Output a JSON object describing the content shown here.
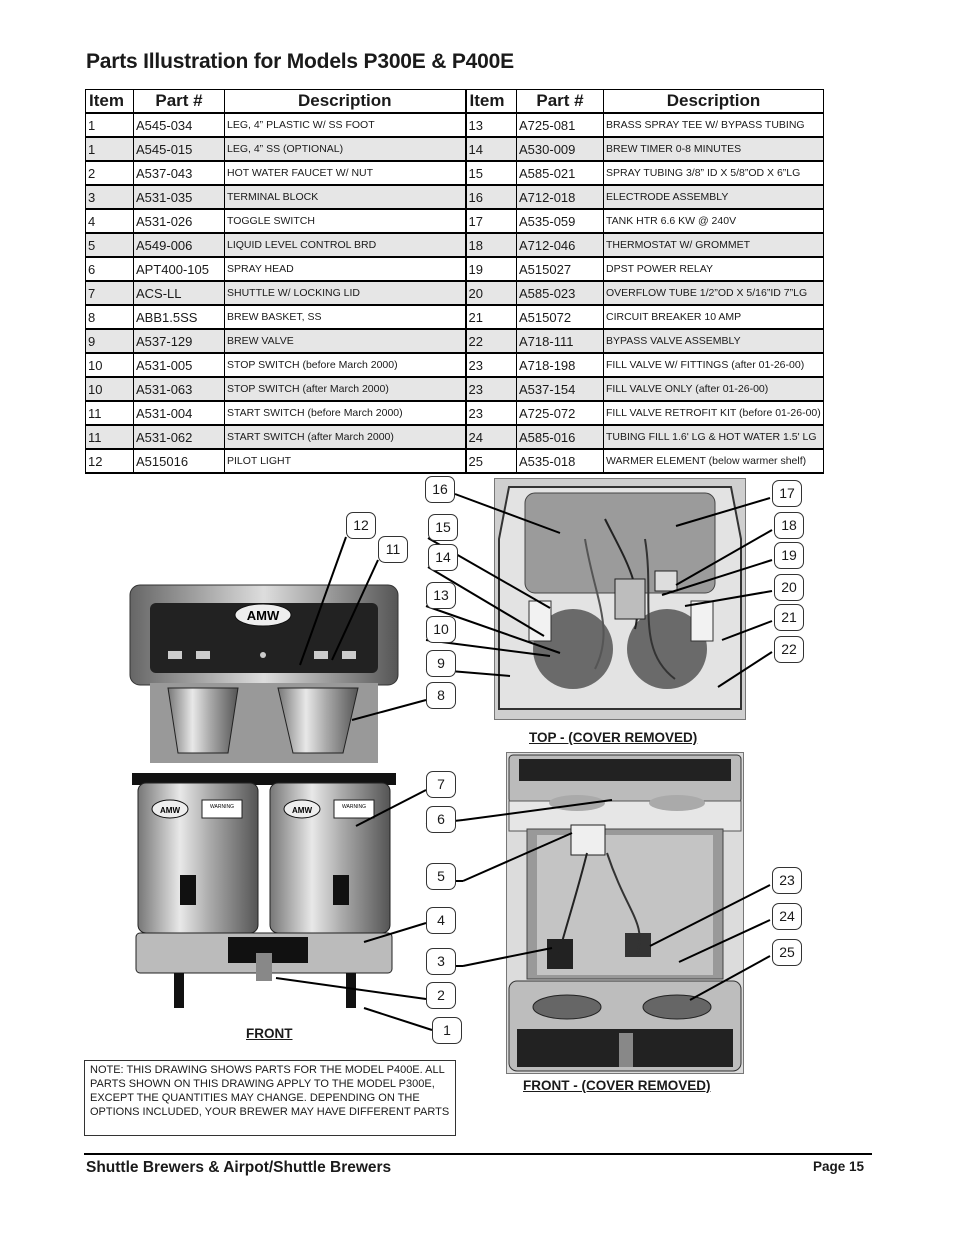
{
  "title": "Parts Illustration for Models P300E & P400E",
  "table": {
    "headers": [
      "Item",
      "Part #",
      "Description",
      "Item",
      "Part #",
      "Description"
    ],
    "rows": [
      [
        "1",
        "A545-034",
        "LEG, 4” PLASTIC W/ SS FOOT",
        "13",
        "A725-081",
        "BRASS SPRAY TEE W/ BYPASS TUBING"
      ],
      [
        "1",
        "A545-015",
        "LEG, 4” SS (OPTIONAL)",
        "14",
        "A530-009",
        "BREW TIMER 0-8 MINUTES"
      ],
      [
        "2",
        "A537-043",
        "HOT WATER FAUCET W/ NUT",
        "15",
        "A585-021",
        "SPRAY TUBING 3/8” ID X 5/8”OD X 6”LG"
      ],
      [
        "3",
        "A531-035",
        "TERMINAL BLOCK",
        "16",
        "A712-018",
        "ELECTRODE ASSEMBLY"
      ],
      [
        "4",
        "A531-026",
        "TOGGLE SWITCH",
        "17",
        "A535-059",
        "TANK HTR 6.6 KW @ 240V"
      ],
      [
        "5",
        "A549-006",
        "LIQUID LEVEL CONTROL BRD",
        "18",
        "A712-046",
        "THERMOSTAT W/ GROMMET"
      ],
      [
        "6",
        "APT400-105",
        "SPRAY HEAD",
        "19",
        "A515027",
        "DPST POWER RELAY"
      ],
      [
        "7",
        "ACS-LL",
        "SHUTTLE W/ LOCKING LID",
        "20",
        "A585-023",
        "OVERFLOW TUBE 1/2”OD X 5/16”ID 7”LG"
      ],
      [
        "8",
        "ABB1.5SS",
        "BREW BASKET, SS",
        "21",
        "A515072",
        "CIRCUIT BREAKER 10 AMP"
      ],
      [
        "9",
        "A537-129",
        "BREW VALVE",
        "22",
        "A718-111",
        "BYPASS VALVE ASSEMBLY"
      ],
      [
        "10",
        "A531-005",
        "STOP SWITCH (before March 2000)",
        "23",
        "A718-198",
        "FILL VALVE W/ FITTINGS (after 01-26-00)"
      ],
      [
        "10",
        "A531-063",
        "STOP SWITCH (after March 2000)",
        "23",
        "A537-154",
        "FILL VALVE ONLY (after 01-26-00)"
      ],
      [
        "11",
        "A531-004",
        "START SWITCH (before March 2000)",
        "23",
        "A725-072",
        "FILL VALVE RETROFIT KIT (before 01-26-00)"
      ],
      [
        "11",
        "A531-062",
        "START SWITCH (after March 2000)",
        "24",
        "A585-016",
        "TUBING FILL 1.6' LG & HOT WATER 1.5' LG"
      ],
      [
        "12",
        "A515016",
        "PILOT LIGHT",
        "25",
        "A535-018",
        "WARMER ELEMENT (below warmer shelf)"
      ]
    ]
  },
  "photos": {
    "front_caption": "FRONT",
    "top_caption": "TOP - (COVER REMOVED)",
    "front_open_caption": "FRONT - (COVER REMOVED)",
    "brand_logo": "AMW",
    "warning_label": "WARNING"
  },
  "callouts": {
    "c1": "1",
    "c2": "2",
    "c3": "3",
    "c4": "4",
    "c5": "5",
    "c6": "6",
    "c7": "7",
    "c8": "8",
    "c9": "9",
    "c10": "10",
    "c11": "11",
    "c12": "12",
    "c13": "13",
    "c14": "14",
    "c15": "15",
    "c16": "16",
    "c17": "17",
    "c18": "18",
    "c19": "19",
    "c20": "20",
    "c21": "21",
    "c22": "22",
    "c23": "23",
    "c24": "24",
    "c25": "25"
  },
  "note": "NOTE: THIS DRAWING SHOWS PARTS FOR THE MODEL P400E. ALL PARTS SHOWN ON THIS DRAWING APPLY TO THE MODEL P300E, EXCEPT THE QUANTITIES MAY CHANGE. DEPENDING ON THE OPTIONS INCLUDED, YOUR BREWER MAY HAVE DIFFERENT PARTS",
  "footer": {
    "left": "Shuttle Brewers & Airpot/Shuttle Brewers",
    "right": "Page 15"
  }
}
